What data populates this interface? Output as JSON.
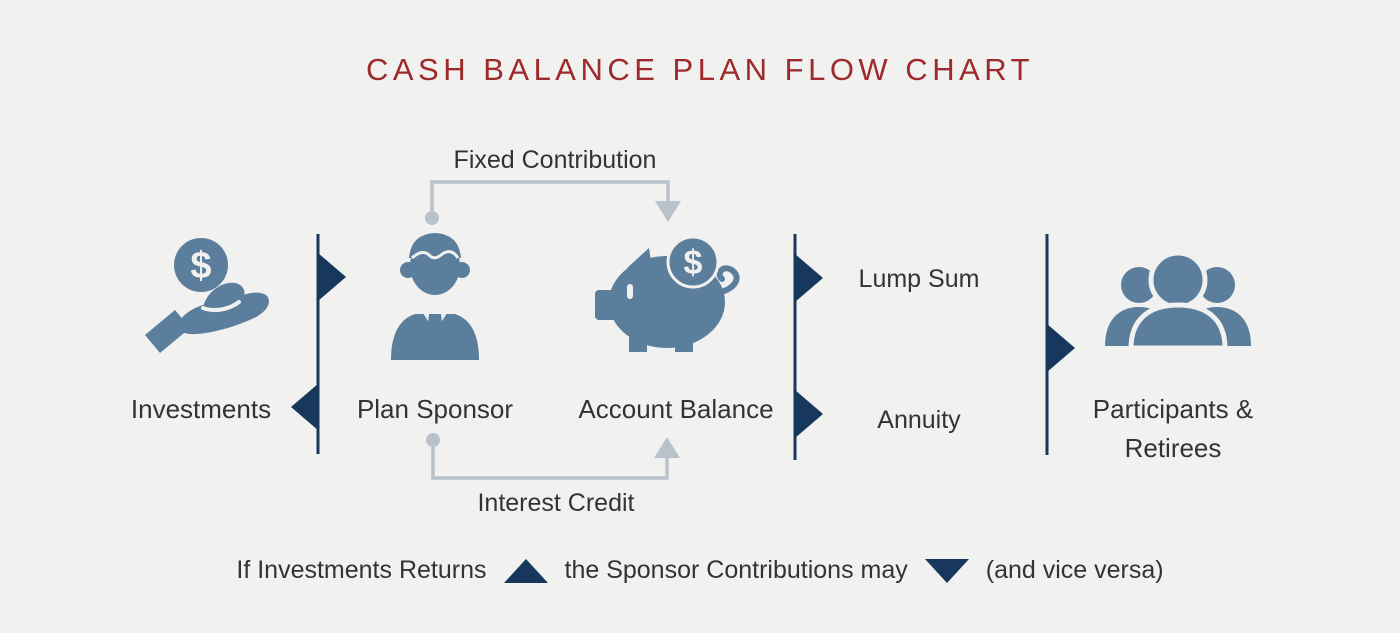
{
  "title": "CASH BALANCE PLAN FLOW CHART",
  "nodes": {
    "investments": {
      "label": "Investments"
    },
    "plan_sponsor": {
      "label": "Plan Sponsor"
    },
    "account_balance": {
      "label": "Account Balance"
    },
    "participants": {
      "label_line1": "Participants &",
      "label_line2": "Retirees"
    }
  },
  "flow_labels": {
    "fixed_contribution": "Fixed Contribution",
    "interest_credit": "Interest Credit",
    "lump_sum": "Lump Sum",
    "annuity": "Annuity"
  },
  "footnote": {
    "before_up_arrow": "If Investments Returns",
    "between_arrows": "the Sponsor Contributions may",
    "after_down_arrow": "(and vice versa)"
  },
  "icons": {
    "dollar_sign": "$",
    "investments_icon": "hand-holding-dollar-coin",
    "plan_sponsor_icon": "businessman",
    "account_balance_icon": "piggy-bank-with-coin",
    "participants_icon": "people-group",
    "up_icon": "triangle-up",
    "down_icon": "triangle-down"
  },
  "colors": {
    "background": "#f1f1ef",
    "title_red": "#9e2a2d",
    "arrow_navy": "#17375c",
    "icon_steel_blue": "#5b7e9d",
    "connector_gray_blue": "#b9c2ca",
    "text_dark": "#333333"
  }
}
